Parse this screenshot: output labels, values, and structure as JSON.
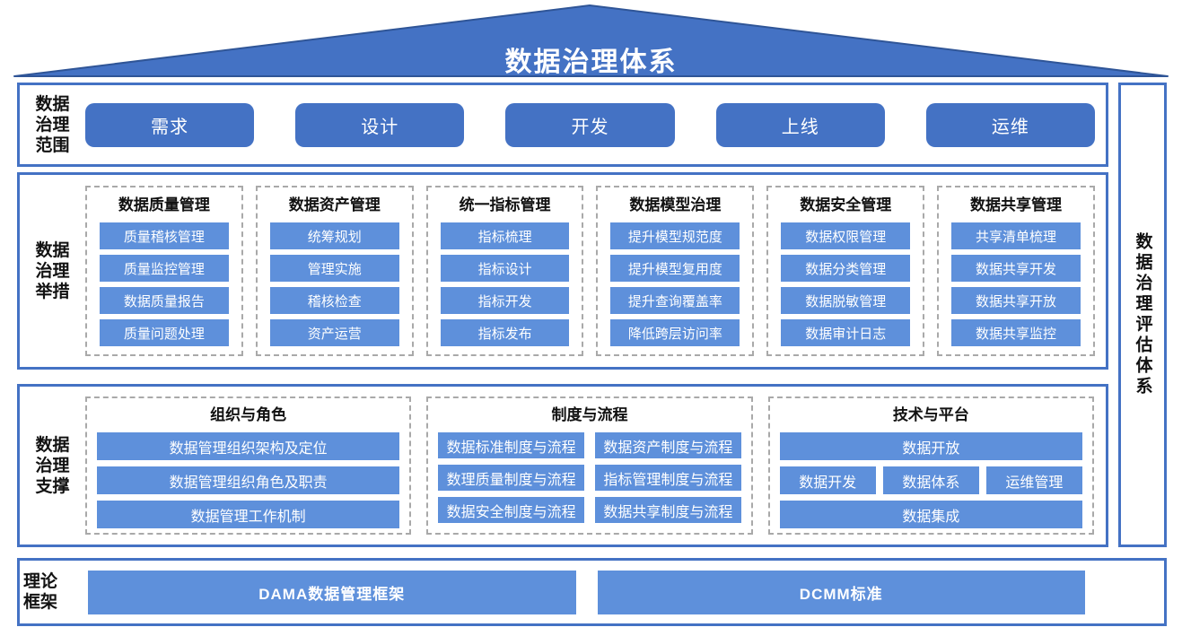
{
  "colors": {
    "primary": "#4472C4",
    "primary_dark_edge": "#2F5597",
    "light_node": "#5E90DB",
    "section_border": "#4472C4",
    "dashed_border": "#A9A9A9",
    "heading_text": "#111111",
    "node_text": "#FFFFFF"
  },
  "roof": {
    "title": "数据治理体系"
  },
  "scope": {
    "label": "数据治理范围",
    "buttons": [
      "需求",
      "设计",
      "开发",
      "上线",
      "运维"
    ]
  },
  "measures": {
    "label": "数据治理举措",
    "columns": [
      {
        "header": "数据质量管理",
        "items": [
          "质量稽核管理",
          "质量监控管理",
          "数据质量报告",
          "质量问题处理"
        ]
      },
      {
        "header": "数据资产管理",
        "items": [
          "统筹规划",
          "管理实施",
          "稽核检查",
          "资产运营"
        ]
      },
      {
        "header": "统一指标管理",
        "items": [
          "指标梳理",
          "指标设计",
          "指标开发",
          "指标发布"
        ]
      },
      {
        "header": "数据模型治理",
        "items": [
          "提升模型规范度",
          "提升模型复用度",
          "提升查询覆盖率",
          "降低跨层访问率"
        ]
      },
      {
        "header": "数据安全管理",
        "items": [
          "数据权限管理",
          "数据分类管理",
          "数据脱敏管理",
          "数据审计日志"
        ]
      },
      {
        "header": "数据共享管理",
        "items": [
          "共享清单梳理",
          "数据共享开发",
          "数据共享开放",
          "数据共享监控"
        ]
      }
    ]
  },
  "support": {
    "label": "数据治理支撑",
    "org": {
      "header": "组织与角色",
      "items": [
        "数据管理组织架构及定位",
        "数据管理组织角色及职责",
        "数据管理工作机制"
      ]
    },
    "process": {
      "header": "制度与流程",
      "items": [
        "数据标准制度与流程",
        "数据资产制度与流程",
        "数理质量制度与流程",
        "指标管理制度与流程",
        "数据安全制度与流程",
        "数据共享制度与流程"
      ]
    },
    "tech": {
      "header": "技术与平台",
      "top": "数据开放",
      "middle": [
        "数据开发",
        "数据体系",
        "运维管理"
      ],
      "bottom": "数据集成"
    }
  },
  "theory": {
    "label": "理论框架",
    "items": [
      "DAMA数据管理框架",
      "DCMM标准"
    ]
  },
  "evaluation": {
    "label": "数据治理评估体系"
  }
}
